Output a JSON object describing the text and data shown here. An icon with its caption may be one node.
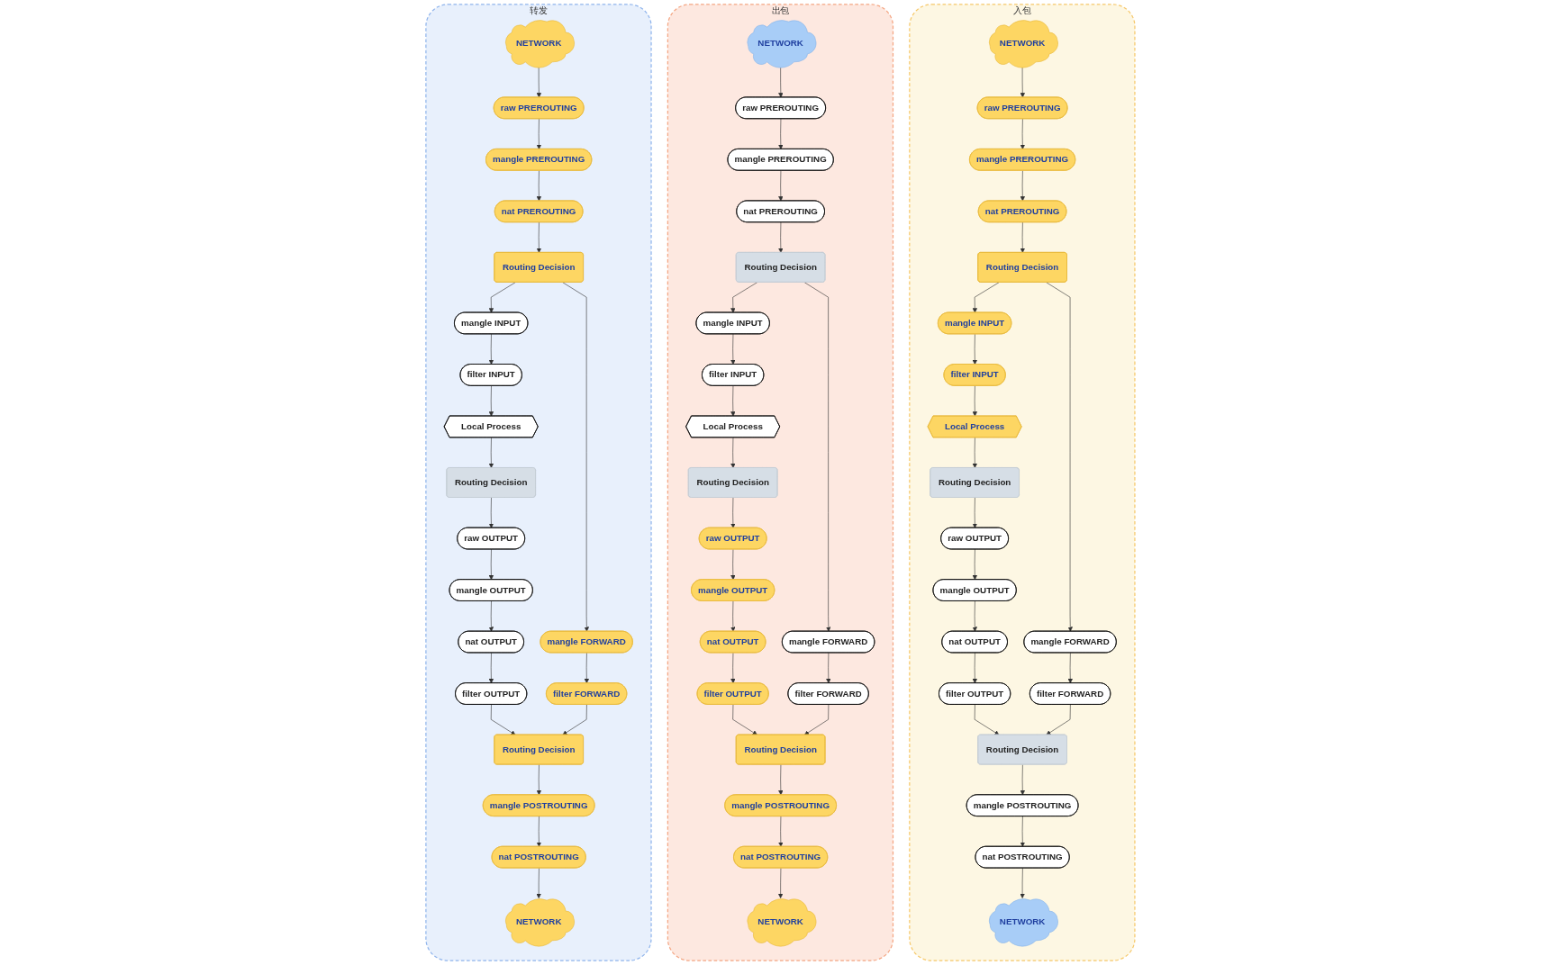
{
  "diagram": {
    "nodes": [
      {
        "text": [
          "入包"
        ]
      },
      {
        "text": [
          "NETWORK"
        ],
        "in": 0
      },
      {
        "text": [
          "raw PREROUTING"
        ],
        "in": 0
      },
      {
        "text": [
          "mangle PREROUTING"
        ],
        "in": 0
      },
      {
        "text": [
          "nat PREROUTING"
        ],
        "in": 0
      },
      {
        "text": [
          "Routing Decision"
        ],
        "in": 0
      },
      {
        "text": [
          "mangle INPUT"
        ],
        "in": 0
      },
      {
        "text": [
          "filter INPUT"
        ],
        "in": 0
      },
      {
        "text": [
          "Local Process"
        ],
        "in": 0
      },
      {
        "text": [
          "Routing Decision"
        ],
        "in": 0
      },
      {
        "text": [
          "raw OUTPUT"
        ],
        "in": 0
      },
      {
        "text": [
          "mangle OUTPUT"
        ],
        "in": 0
      },
      {
        "text": [
          "nat OUTPUT"
        ],
        "in": 0
      },
      {
        "text": [
          "filter OUTPUT"
        ],
        "in": 0
      },
      {
        "text": [
          "mangle FORWARD"
        ],
        "in": 0
      },
      {
        "text": [
          "filter FORWARD"
        ],
        "in": 0
      },
      {
        "text": [
          "Routing Decision"
        ],
        "in": 0
      },
      {
        "text": [
          "mangle POSTROUTING"
        ],
        "in": 0
      },
      {
        "text": [
          "nat POSTROUTING"
        ],
        "in": 0
      },
      {
        "text": [
          "NETWORK"
        ],
        "in": 0
      },
      {
        "text": [
          "出包"
        ]
      },
      {
        "text": [
          "NETWORK"
        ],
        "in": 20
      },
      {
        "text": [
          "raw PREROUTING"
        ],
        "in": 20
      },
      {
        "text": [
          "mangle PREROUTING"
        ],
        "in": 20
      },
      {
        "text": [
          "nat PREROUTING"
        ],
        "in": 20
      },
      {
        "text": [
          "Routing Decision"
        ],
        "in": 20
      },
      {
        "text": [
          "mangle INPUT"
        ],
        "in": 20
      },
      {
        "text": [
          "filter INPUT"
        ],
        "in": 20
      },
      {
        "text": [
          "Local Process"
        ],
        "in": 20
      },
      {
        "text": [
          "Routing Decision"
        ],
        "in": 20
      },
      {
        "text": [
          "raw OUTPUT"
        ],
        "in": 20
      },
      {
        "text": [
          "mangle OUTPUT"
        ],
        "in": 20
      },
      {
        "text": [
          "nat OUTPUT"
        ],
        "in": 20
      },
      {
        "text": [
          "filter OUTPUT"
        ],
        "in": 20
      },
      {
        "text": [
          "mangle FORWARD"
        ],
        "in": 20
      },
      {
        "text": [
          "filter FORWARD"
        ],
        "in": 20
      },
      {
        "text": [
          "Routing Decision"
        ],
        "in": 20
      },
      {
        "text": [
          "mangle POSTROUTING"
        ],
        "in": 20
      },
      {
        "text": [
          "nat POSTROUTING"
        ],
        "in": 20
      },
      {
        "text": [
          "NETWORK"
        ],
        "in": 20
      },
      {
        "text": [
          "转发"
        ]
      },
      {
        "text": [
          "NETWORK"
        ],
        "in": 40
      },
      {
        "text": [
          "raw PREROUTING"
        ],
        "in": 40
      },
      {
        "text": [
          "mangle PREROUTING"
        ],
        "in": 40
      },
      {
        "text": [
          "nat PREROUTING"
        ],
        "in": 40
      },
      {
        "text": [
          "Routing Decision"
        ],
        "in": 40
      },
      {
        "text": [
          "mangle INPUT"
        ],
        "in": 40
      },
      {
        "text": [
          "filter INPUT"
        ],
        "in": 40
      },
      {
        "text": [
          "Local Process"
        ],
        "in": 40
      },
      {
        "text": [
          "Routing Decision"
        ],
        "in": 40
      },
      {
        "text": [
          "raw OUTPUT"
        ],
        "in": 40
      },
      {
        "text": [
          "mangle OUTPUT"
        ],
        "in": 40
      },
      {
        "text": [
          "nat OUTPUT"
        ],
        "in": 40
      },
      {
        "text": [
          "filter OUTPUT"
        ],
        "in": 40
      },
      {
        "text": [
          "mangle FORWARD"
        ],
        "in": 40
      },
      {
        "text": [
          "filter FORWARD"
        ],
        "in": 40
      },
      {
        "text": [
          "Routing Decision"
        ],
        "in": 40
      },
      {
        "text": [
          "mangle POSTROUTING"
        ],
        "in": 40
      },
      {
        "text": [
          "nat POSTROUTING"
        ],
        "in": 40
      },
      {
        "text": [
          "NETWORK"
        ],
        "in": 40
      }
    ],
    "edges": [
      {
        "from": 1,
        "to": 2,
        "arrow": "to"
      },
      {
        "from": 2,
        "to": 3,
        "arrow": "to"
      },
      {
        "from": 3,
        "to": 4,
        "arrow": "to"
      },
      {
        "from": 4,
        "to": 5,
        "arrow": "to"
      },
      {
        "from": 5,
        "to": 6,
        "arrow": "to"
      },
      {
        "from": 5,
        "to": 14,
        "arrow": "to"
      },
      {
        "from": 6,
        "to": 7,
        "arrow": "to"
      },
      {
        "from": 7,
        "to": 8,
        "arrow": "to"
      },
      {
        "from": 8,
        "to": 9,
        "arrow": "to"
      },
      {
        "from": 9,
        "to": 10,
        "arrow": "to"
      },
      {
        "from": 10,
        "to": 11,
        "arrow": "to"
      },
      {
        "from": 11,
        "to": 12,
        "arrow": "to"
      },
      {
        "from": 12,
        "to": 13,
        "arrow": "to"
      },
      {
        "from": 13,
        "to": 16,
        "arrow": "to"
      },
      {
        "from": 14,
        "to": 15,
        "arrow": "to"
      },
      {
        "from": 15,
        "to": 16,
        "arrow": "to"
      },
      {
        "from": 16,
        "to": 17,
        "arrow": "to"
      },
      {
        "from": 17,
        "to": 18,
        "arrow": "to"
      },
      {
        "from": 18,
        "to": 19,
        "arrow": "to"
      },
      {
        "from": 21,
        "to": 22,
        "arrow": "to"
      },
      {
        "from": 22,
        "to": 23,
        "arrow": "to"
      },
      {
        "from": 23,
        "to": 24,
        "arrow": "to"
      },
      {
        "from": 24,
        "to": 25,
        "arrow": "to"
      },
      {
        "from": 25,
        "to": 26,
        "arrow": "to"
      },
      {
        "from": 25,
        "to": 34,
        "arrow": "to"
      },
      {
        "from": 26,
        "to": 27,
        "arrow": "to"
      },
      {
        "from": 27,
        "to": 28,
        "arrow": "to"
      },
      {
        "from": 28,
        "to": 29,
        "arrow": "to"
      },
      {
        "from": 29,
        "to": 30,
        "arrow": "to"
      },
      {
        "from": 30,
        "to": 31,
        "arrow": "to"
      },
      {
        "from": 31,
        "to": 32,
        "arrow": "to"
      },
      {
        "from": 32,
        "to": 33,
        "arrow": "to"
      },
      {
        "from": 33,
        "to": 36,
        "arrow": "to"
      },
      {
        "from": 34,
        "to": 35,
        "arrow": "to"
      },
      {
        "from": 35,
        "to": 36,
        "arrow": "to"
      },
      {
        "from": 36,
        "to": 37,
        "arrow": "to"
      },
      {
        "from": 37,
        "to": 38,
        "arrow": "to"
      },
      {
        "from": 38,
        "to": 39,
        "arrow": "to"
      },
      {
        "from": 41,
        "to": 42,
        "arrow": "to"
      },
      {
        "from": 42,
        "to": 43,
        "arrow": "to"
      },
      {
        "from": 43,
        "to": 44,
        "arrow": "to"
      },
      {
        "from": 44,
        "to": 45,
        "arrow": "to"
      },
      {
        "from": 45,
        "to": 46,
        "arrow": "to"
      },
      {
        "from": 45,
        "to": 54,
        "arrow": "to"
      },
      {
        "from": 46,
        "to": 47,
        "arrow": "to"
      },
      {
        "from": 47,
        "to": 48,
        "arrow": "to"
      },
      {
        "from": 48,
        "to": 49,
        "arrow": "to"
      },
      {
        "from": 49,
        "to": 50,
        "arrow": "to"
      },
      {
        "from": 50,
        "to": 51,
        "arrow": "to"
      },
      {
        "from": 51,
        "to": 52,
        "arrow": "to"
      },
      {
        "from": 52,
        "to": 53,
        "arrow": "to"
      },
      {
        "from": 53,
        "to": 56,
        "arrow": "to"
      },
      {
        "from": 54,
        "to": 55,
        "arrow": "to"
      },
      {
        "from": 55,
        "to": 56,
        "arrow": "to"
      },
      {
        "from": 56,
        "to": 57,
        "arrow": "to"
      },
      {
        "from": 57,
        "to": 58,
        "arrow": "to"
      },
      {
        "from": 58,
        "to": 59,
        "arrow": "to"
      }
    ]
  }
}
